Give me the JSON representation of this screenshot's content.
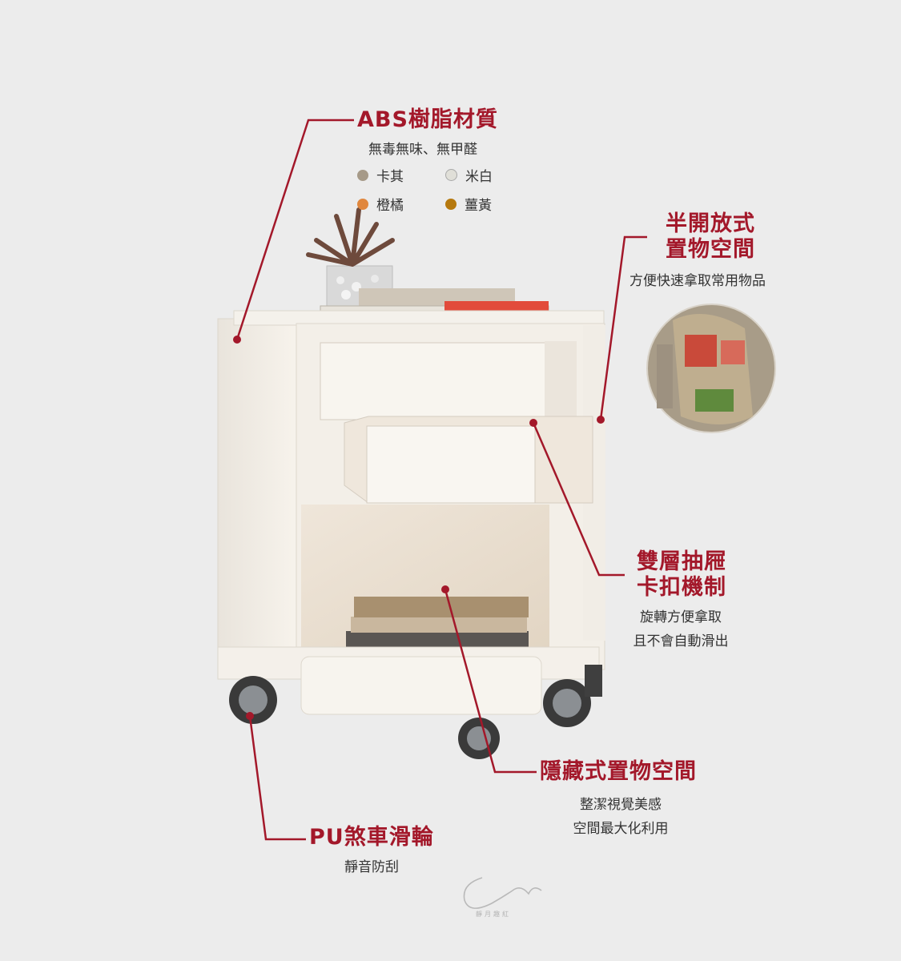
{
  "abs": {
    "title": "ABS樹脂材質",
    "desc": "無毒無味、無甲醛",
    "colors": [
      {
        "label": "卡其",
        "hex": "#a69a88"
      },
      {
        "label": "米白",
        "hex": "#e0dfd8"
      },
      {
        "label": "橙橘",
        "hex": "#e0873e"
      },
      {
        "label": "薑黃",
        "hex": "#b6790e"
      }
    ]
  },
  "semi_open": {
    "title_line1": "半開放式",
    "title_line2": "置物空間",
    "desc": "方便快速拿取常用物品"
  },
  "drawer": {
    "title_line1": "雙層抽屜",
    "title_line2": "卡扣機制",
    "desc_line1": "旋轉方便拿取",
    "desc_line2": "且不會自動滑出"
  },
  "hidden": {
    "title": "隱藏式置物空間",
    "desc_line1": "整潔視覺美感",
    "desc_line2": "空間最大化利用"
  },
  "wheel": {
    "title": "PU煞車滑輪",
    "desc": "靜音防刮"
  },
  "brand": {
    "seal_text": "靜月趣紅"
  },
  "accent_color": "#a3182a"
}
